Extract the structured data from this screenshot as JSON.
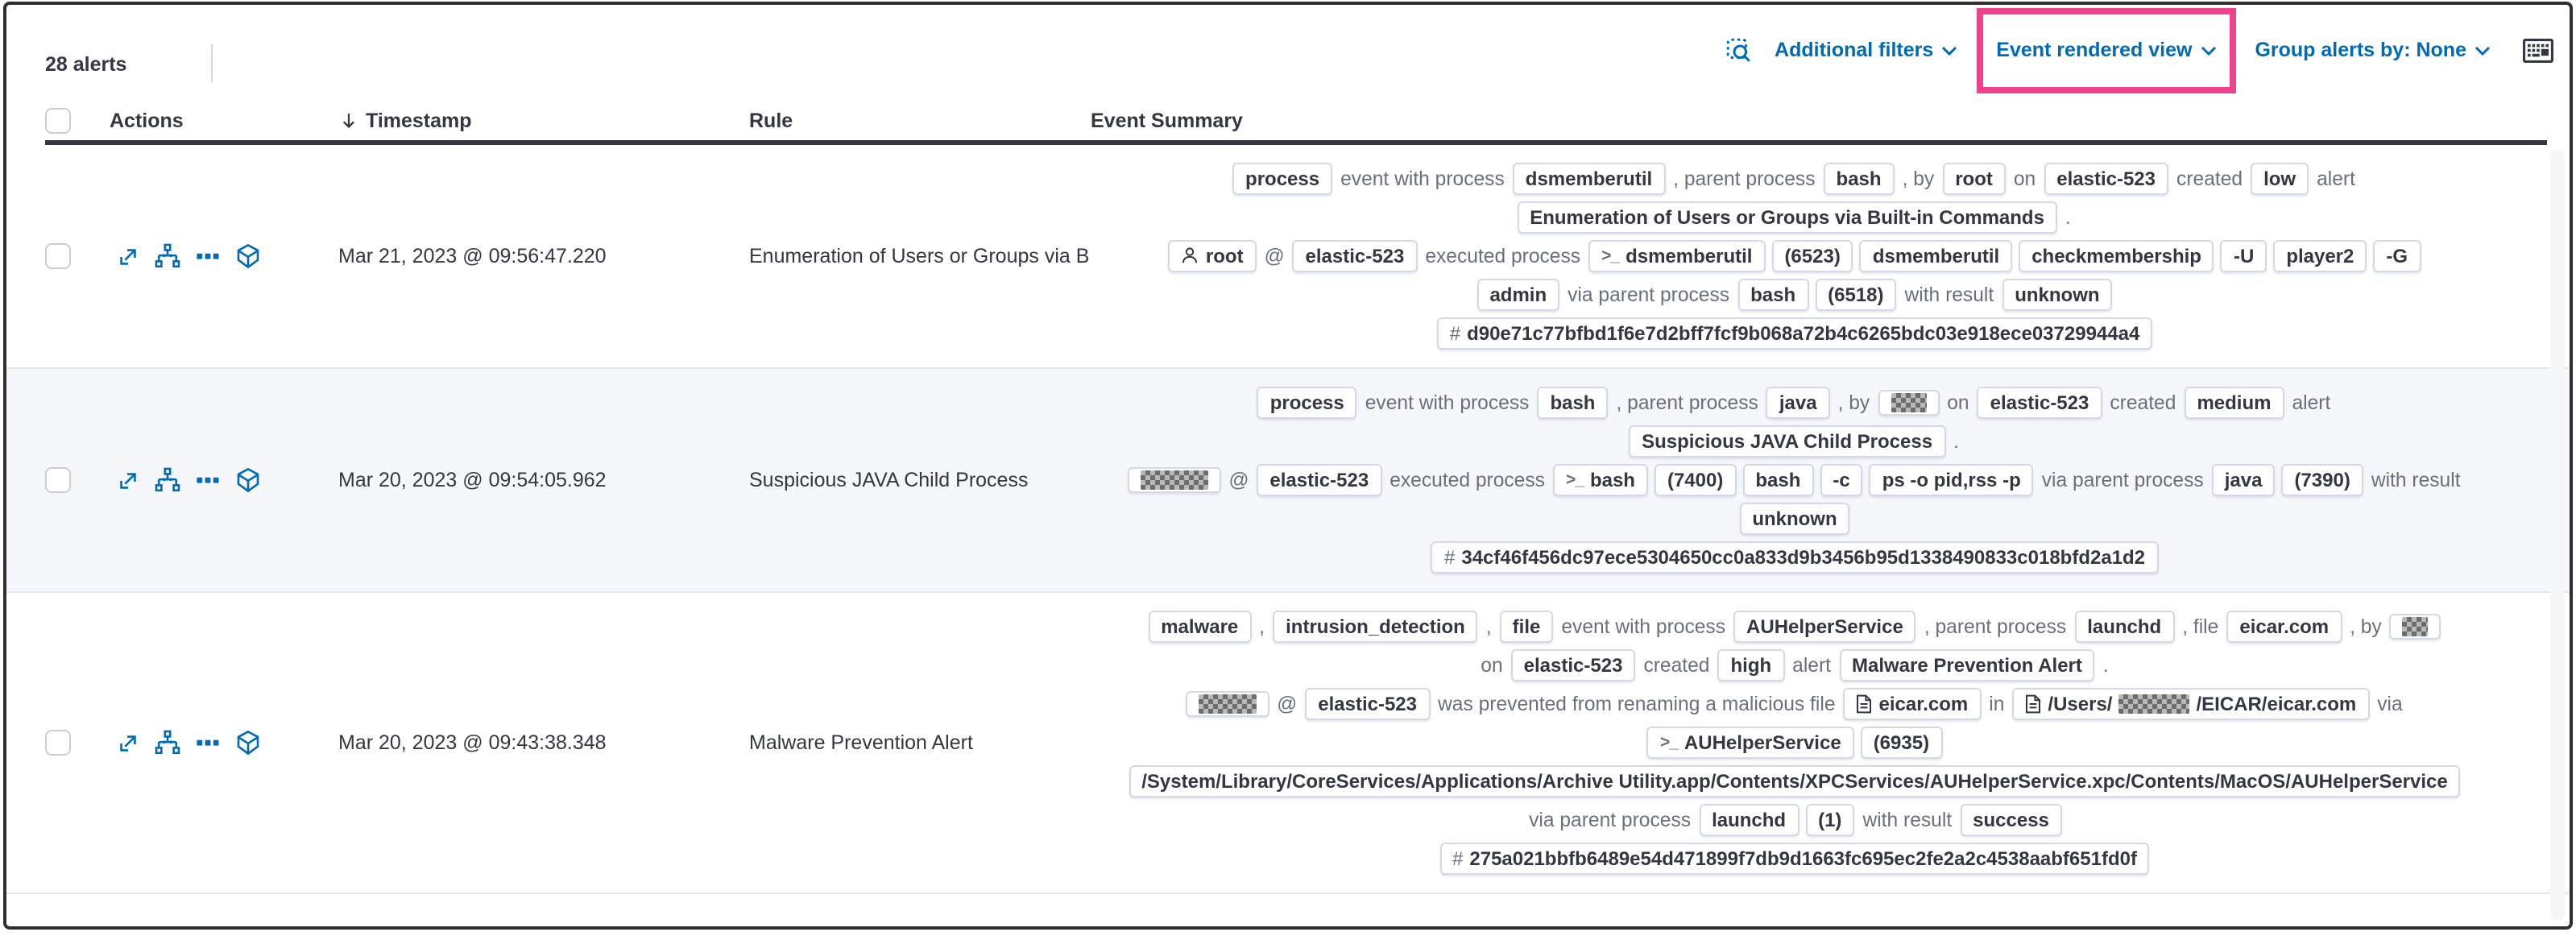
{
  "toolbar": {
    "alert_count": "28 alerts",
    "additional_filters_label": "Additional filters",
    "view_selector_label": "Event rendered view",
    "group_alerts_label": "Group alerts by: None",
    "icons": [
      "inspect-icon",
      "keyboard-shortcuts-icon"
    ]
  },
  "colors": {
    "annotation_pink": "#f0428c",
    "link_blue": "#006bb4",
    "text_dark": "#343741",
    "text_gray": "#69707d",
    "row_stripe": "#f5f7fa"
  },
  "table": {
    "headers": [
      "Actions",
      "Timestamp",
      "Rule",
      "Event Summary"
    ],
    "sort_icon": "sort-down-arrow-icon",
    "action_icons": [
      "expand-icon",
      "analyzer-icon",
      "more-actions-icon",
      "session-view-icon"
    ]
  },
  "rows": [
    {
      "striped": false,
      "timestamp": "Mar 21, 2023 @ 09:56:47.220",
      "rule": "Enumeration of Users or Groups via Bui",
      "lines": [
        [
          {
            "k": "badge",
            "v": "process"
          },
          {
            "k": "text",
            "v": "event with process"
          },
          {
            "k": "badge",
            "v": "dsmemberutil"
          },
          {
            "k": "text",
            "v": ", parent process"
          },
          {
            "k": "badge",
            "v": "bash"
          },
          {
            "k": "text",
            "v": ", by"
          },
          {
            "k": "badge",
            "v": "root"
          },
          {
            "k": "text",
            "v": "on"
          },
          {
            "k": "badge",
            "v": "elastic-523"
          },
          {
            "k": "text",
            "v": "created"
          },
          {
            "k": "badge",
            "v": "low"
          },
          {
            "k": "text",
            "v": "alert"
          }
        ],
        [
          {
            "k": "badge",
            "v": "Enumeration of Users or Groups via Built-in Commands"
          },
          {
            "k": "text",
            "v": "."
          }
        ],
        [
          {
            "k": "badge",
            "v": "root",
            "icon": "user"
          },
          {
            "k": "text",
            "v": "@"
          },
          {
            "k": "badge",
            "v": "elastic-523"
          },
          {
            "k": "text",
            "v": "executed process"
          },
          {
            "k": "badge",
            "v": "dsmemberutil",
            "icon": "terminal"
          },
          {
            "k": "badge",
            "v": "(6523)"
          },
          {
            "k": "badge",
            "v": "dsmemberutil"
          },
          {
            "k": "badge",
            "v": "checkmembership"
          },
          {
            "k": "badge",
            "v": "-U"
          },
          {
            "k": "badge",
            "v": "player2"
          },
          {
            "k": "badge",
            "v": "-G"
          }
        ],
        [
          {
            "k": "badge",
            "v": "admin"
          },
          {
            "k": "text",
            "v": "via parent process"
          },
          {
            "k": "badge",
            "v": "bash"
          },
          {
            "k": "badge",
            "v": "(6518)"
          },
          {
            "k": "text",
            "v": "with result"
          },
          {
            "k": "badge",
            "v": "unknown"
          }
        ],
        [
          {
            "k": "badge",
            "v": "d90e71c77bfbd1f6e7d2bff7fcf9b068a72b4c6265bdc03e918ece03729944a4",
            "icon": "hash"
          }
        ]
      ]
    },
    {
      "striped": true,
      "timestamp": "Mar 20, 2023 @ 09:54:05.962",
      "rule": "Suspicious JAVA Child Process",
      "lines": [
        [
          {
            "k": "badge",
            "v": "process"
          },
          {
            "k": "text",
            "v": "event with process"
          },
          {
            "k": "badge",
            "v": "bash"
          },
          {
            "k": "text",
            "v": ", parent process"
          },
          {
            "k": "badge",
            "v": "java"
          },
          {
            "k": "text",
            "v": ", by"
          },
          {
            "k": "badge",
            "redacted": true,
            "w": 22
          },
          {
            "k": "text",
            "v": "on"
          },
          {
            "k": "badge",
            "v": "elastic-523"
          },
          {
            "k": "text",
            "v": "created"
          },
          {
            "k": "badge",
            "v": "medium"
          },
          {
            "k": "text",
            "v": "alert"
          }
        ],
        [
          {
            "k": "badge",
            "v": "Suspicious JAVA Child Process"
          },
          {
            "k": "text",
            "v": "."
          }
        ],
        [
          {
            "k": "badge",
            "redacted": true,
            "w": 42
          },
          {
            "k": "text",
            "v": "@"
          },
          {
            "k": "badge",
            "v": "elastic-523"
          },
          {
            "k": "text",
            "v": "executed process"
          },
          {
            "k": "badge",
            "v": "bash",
            "icon": "terminal"
          },
          {
            "k": "badge",
            "v": "(7400)"
          },
          {
            "k": "badge",
            "v": "bash"
          },
          {
            "k": "badge",
            "v": "-c"
          },
          {
            "k": "badge",
            "v": "ps -o pid,rss -p"
          },
          {
            "k": "text",
            "v": "via parent process"
          },
          {
            "k": "badge",
            "v": "java"
          },
          {
            "k": "badge",
            "v": "(7390)"
          },
          {
            "k": "text",
            "v": "with result"
          }
        ],
        [
          {
            "k": "badge",
            "v": "unknown"
          }
        ],
        [
          {
            "k": "badge",
            "v": "34cf46f456dc97ece5304650cc0a833d9b3456b95d1338490833c018bfd2a1d2",
            "icon": "hash"
          }
        ]
      ]
    },
    {
      "striped": false,
      "timestamp": "Mar 20, 2023 @ 09:43:38.348",
      "rule": "Malware Prevention Alert",
      "lines": [
        [
          {
            "k": "badge",
            "v": "malware"
          },
          {
            "k": "text",
            "v": ","
          },
          {
            "k": "badge",
            "v": "intrusion_detection"
          },
          {
            "k": "text",
            "v": ","
          },
          {
            "k": "badge",
            "v": "file"
          },
          {
            "k": "text",
            "v": "event with process"
          },
          {
            "k": "badge",
            "v": "AUHelperService"
          },
          {
            "k": "text",
            "v": ", parent process"
          },
          {
            "k": "badge",
            "v": "launchd"
          },
          {
            "k": "text",
            "v": ", file"
          },
          {
            "k": "badge",
            "v": "eicar.com"
          },
          {
            "k": "text",
            "v": ", by"
          },
          {
            "k": "badge",
            "redacted": true,
            "w": 16
          }
        ],
        [
          {
            "k": "text",
            "v": "on"
          },
          {
            "k": "badge",
            "v": "elastic-523"
          },
          {
            "k": "text",
            "v": "created"
          },
          {
            "k": "badge",
            "v": "high"
          },
          {
            "k": "text",
            "v": "alert"
          },
          {
            "k": "badge",
            "v": "Malware Prevention Alert"
          },
          {
            "k": "text",
            "v": "."
          }
        ],
        [
          {
            "k": "badge",
            "redacted": true,
            "w": 36
          },
          {
            "k": "text",
            "v": "@"
          },
          {
            "k": "badge",
            "v": "elastic-523"
          },
          {
            "k": "text",
            "v": "was prevented from renaming a malicious file"
          },
          {
            "k": "badge",
            "v": "eicar.com",
            "icon": "file"
          },
          {
            "k": "text",
            "v": "in"
          },
          {
            "k": "badge",
            "icon": "file",
            "parts": [
              {
                "v": "/Users/"
              },
              {
                "redacted": true,
                "w": 44
              },
              {
                "v": "/EICAR/eicar.com"
              }
            ]
          },
          {
            "k": "text",
            "v": "via"
          }
        ],
        [
          {
            "k": "badge",
            "v": "AUHelperService",
            "icon": "terminal"
          },
          {
            "k": "badge",
            "v": "(6935)"
          }
        ],
        [
          {
            "k": "badge",
            "v": "/System/Library/CoreServices/Applications/Archive Utility.app/Contents/XPCServices/AUHelperService.xpc/Contents/MacOS/AUHelperService"
          }
        ],
        [
          {
            "k": "text",
            "v": "via parent process"
          },
          {
            "k": "badge",
            "v": "launchd"
          },
          {
            "k": "badge",
            "v": "(1)"
          },
          {
            "k": "text",
            "v": "with result"
          },
          {
            "k": "badge",
            "v": "success"
          }
        ],
        [
          {
            "k": "badge",
            "v": "275a021bbfb6489e54d471899f7db9d1663fc695ec2fe2a2c4538aabf651fd0f",
            "icon": "hash"
          }
        ]
      ]
    }
  ]
}
